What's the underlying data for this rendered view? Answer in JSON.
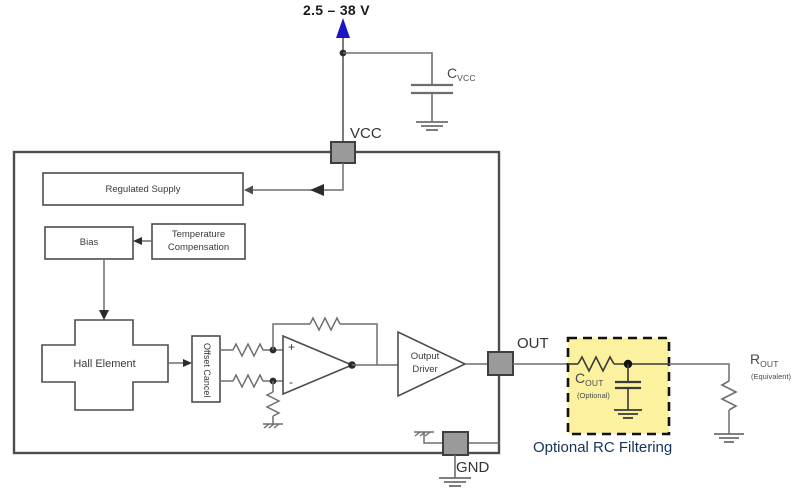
{
  "diagram": {
    "title_label": "2.5 – 38 V",
    "pins": {
      "vcc": "VCC",
      "out": "OUT",
      "gnd": "GND"
    },
    "internal_blocks": {
      "regulated_supply": "Regulated Supply",
      "bias": "Bias",
      "temperature_compensation_line1": "Temperature",
      "temperature_compensation_line2": "Compensation",
      "hall_element": "Hall Element",
      "offset_cancel": "Offset Cancel",
      "output_driver_line1": "Output",
      "output_driver_line2": "Driver"
    },
    "external_components": {
      "cvcc_main": "C",
      "cvcc_sub": "VCC",
      "cout_main": "C",
      "cout_sub": "OUT",
      "cout_note": "(Optional)",
      "rout_main": "R",
      "rout_sub": "OUT",
      "rout_note": "(Equivalent)"
    },
    "annotations": {
      "rc_filtering": "Optional RC Filtering"
    },
    "opamp_terminals": {
      "plus": "+",
      "minus": "-"
    },
    "colors": {
      "supply_arrow": "#1a16c8",
      "highlight_fill": "#fbf19e",
      "highlight_border": "#000000",
      "annotation_text": "#16325c",
      "wire": "#6e6e6e",
      "ic_border": "#4d4d4d",
      "pad_fill": "#9a9a9a"
    }
  }
}
